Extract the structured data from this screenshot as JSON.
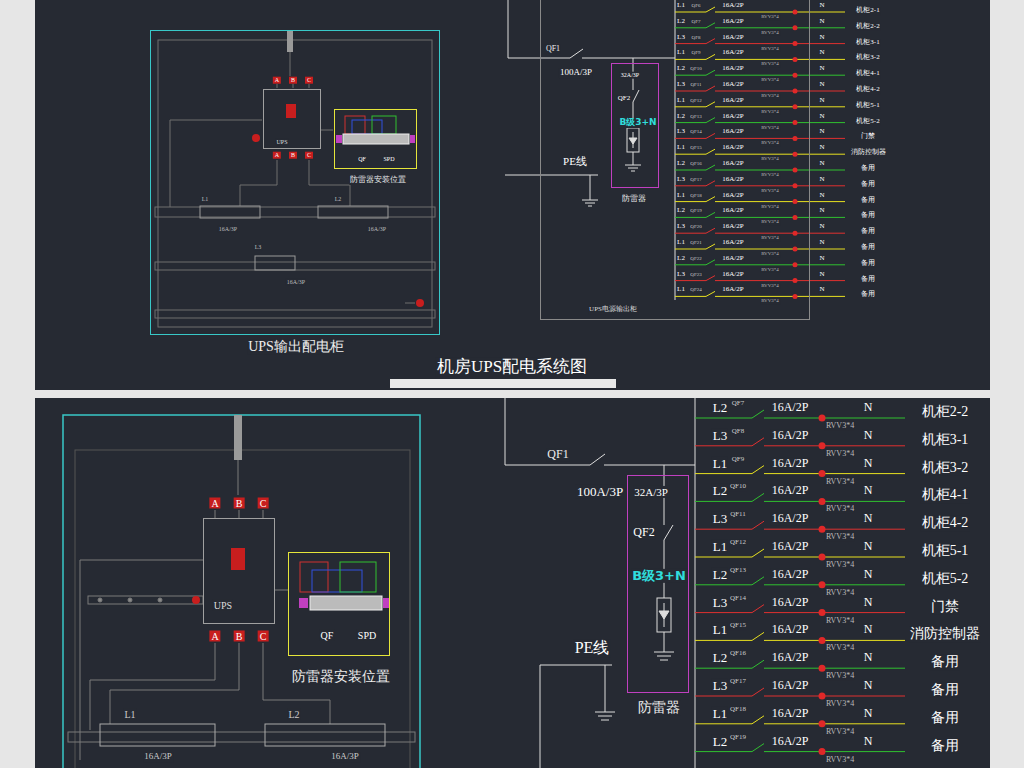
{
  "diagram": {
    "title": "机房UPS配电系统图",
    "nodes": [
      {
        "text": [
          "UPS输出配电柜"
        ]
      },
      {
        "text": [
          "UPS"
        ],
        "in": 0
      },
      {
        "text": [
          "QF",
          "SPD",
          "防雷器安装位置"
        ],
        "in": 0
      },
      {
        "text": [
          "UPS电源输出柜"
        ]
      },
      {
        "text": [
          "32A/3P",
          "QF2",
          "B级3+N",
          "防雷器"
        ],
        "in": 3
      },
      {
        "text": [
          "UPS"
        ]
      },
      {
        "text": [
          "QF",
          "SPD",
          "防雷器安装位置"
        ]
      },
      {
        "text": [
          "32A/3P",
          "QF2",
          "B级3+N",
          "防雷器"
        ]
      }
    ],
    "labels": [
      "A",
      "B",
      "C",
      "A",
      "B",
      "C",
      "L1",
      "L2",
      "16A/3P",
      "16A/3P",
      "L3",
      "16A/3P",
      "QF1",
      "100A/3P",
      "PE线",
      "A",
      "B",
      "C",
      "A",
      "B",
      "C",
      "L1",
      "L2",
      "16A/3P",
      "16A/3P",
      "QF1",
      "100A/3P",
      "PE线",
      "L1",
      "QF6",
      "16A/2P",
      "RVV3*4",
      "N",
      "机柜2-1",
      "L2",
      "QF7",
      "16A/2P",
      "RVV3*4",
      "N",
      "机柜2-2",
      "L3",
      "QF8",
      "16A/2P",
      "RVV3*4",
      "N",
      "机柜3-1",
      "L1",
      "QF9",
      "16A/2P",
      "RVV3*4",
      "N",
      "机柜3-2",
      "L2",
      "QF10",
      "16A/2P",
      "RVV3*4",
      "N",
      "机柜4-1",
      "L3",
      "QF11",
      "16A/2P",
      "RVV3*4",
      "N",
      "机柜4-2",
      "L1",
      "QF12",
      "16A/2P",
      "RVV3*4",
      "N",
      "机柜5-1",
      "L2",
      "QF13",
      "16A/2P",
      "RVV3*4",
      "N",
      "机柜5-2",
      "L3",
      "QF14",
      "16A/2P",
      "RVV3*4",
      "N",
      "门禁",
      "L1",
      "QF15",
      "16A/2P",
      "RVV3*4",
      "N",
      "消防控制器",
      "L2",
      "QF16",
      "16A/2P",
      "RVV3*4",
      "N",
      "备用",
      "L3",
      "QF17",
      "16A/2P",
      "RVV3*4",
      "N",
      "备用",
      "L1",
      "QF18",
      "16A/2P",
      "RVV3*4",
      "N",
      "备用",
      "L2",
      "QF19",
      "16A/2P",
      "RVV3*4",
      "N",
      "备用",
      "L3",
      "QF20",
      "16A/2P",
      "RVV3*4",
      "N",
      "备用",
      "L1",
      "QF21",
      "16A/2P",
      "RVV3*4",
      "N",
      "备用",
      "L2",
      "QF22",
      "16A/2P",
      "RVV3*4",
      "N",
      "备用",
      "L3",
      "QF23",
      "16A/2P",
      "RVV3*4",
      "N",
      "备用",
      "L1",
      "QF24",
      "16A/2P",
      "RVV3*4",
      "N",
      "备用",
      "L2",
      "QF7",
      "16A/2P",
      "RVV3*4",
      "N",
      "机柜2-2",
      "L3",
      "QF8",
      "16A/2P",
      "RVV3*4",
      "N",
      "机柜3-1",
      "L1",
      "QF9",
      "16A/2P",
      "RVV3*4",
      "N",
      "机柜3-2",
      "L2",
      "QF10",
      "16A/2P",
      "RVV3*4",
      "N",
      "机柜4-1",
      "L3",
      "QF11",
      "16A/2P",
      "RVV3*4",
      "N",
      "机柜4-2",
      "L1",
      "QF12",
      "16A/2P",
      "RVV3*4",
      "N",
      "机柜5-1",
      "L2",
      "QF13",
      "16A/2P",
      "RVV3*4",
      "N",
      "机柜5-2",
      "L3",
      "QF14",
      "16A/2P",
      "RVV3*4",
      "N",
      "门禁",
      "L1",
      "QF15",
      "16A/2P",
      "RVV3*4",
      "N",
      "消防控制器",
      "L2",
      "QF16",
      "16A/2P",
      "RVV3*4",
      "N",
      "备用",
      "L3",
      "QF17",
      "16A/2P",
      "RVV3*4",
      "N",
      "备用",
      "L1",
      "QF18",
      "16A/2P",
      "RVV3*4",
      "N",
      "备用",
      "L2",
      "QF19",
      "16A/2P",
      "RVV3*4",
      "N",
      "备用"
    ]
  }
}
